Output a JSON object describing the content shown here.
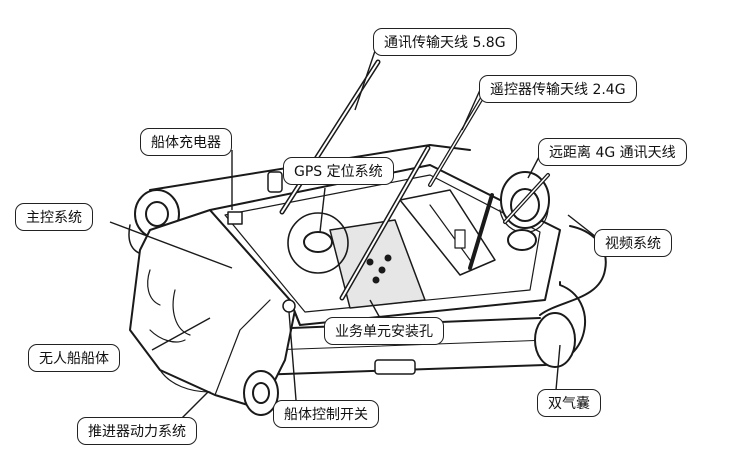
{
  "colors": {
    "line": "#1a1a1a",
    "fill": "#ffffff",
    "shade": "#e6e6e6",
    "text": "#111111"
  },
  "labels": {
    "antenna_58": "通讯传输天线 5.8G",
    "antenna_24": "遥控器传输天线 2.4G",
    "antenna_4g": "远距离 4G 通讯天线",
    "charger": "船体充电器",
    "gps": "GPS 定位系统",
    "main_control": "主控系统",
    "video": "视频系统",
    "mount_holes": "业务单元安装孔",
    "hull": "无人船船体",
    "airbag": "双气囊",
    "power_switch": "船体控制开关",
    "propulsion": "推进器动力系统"
  }
}
